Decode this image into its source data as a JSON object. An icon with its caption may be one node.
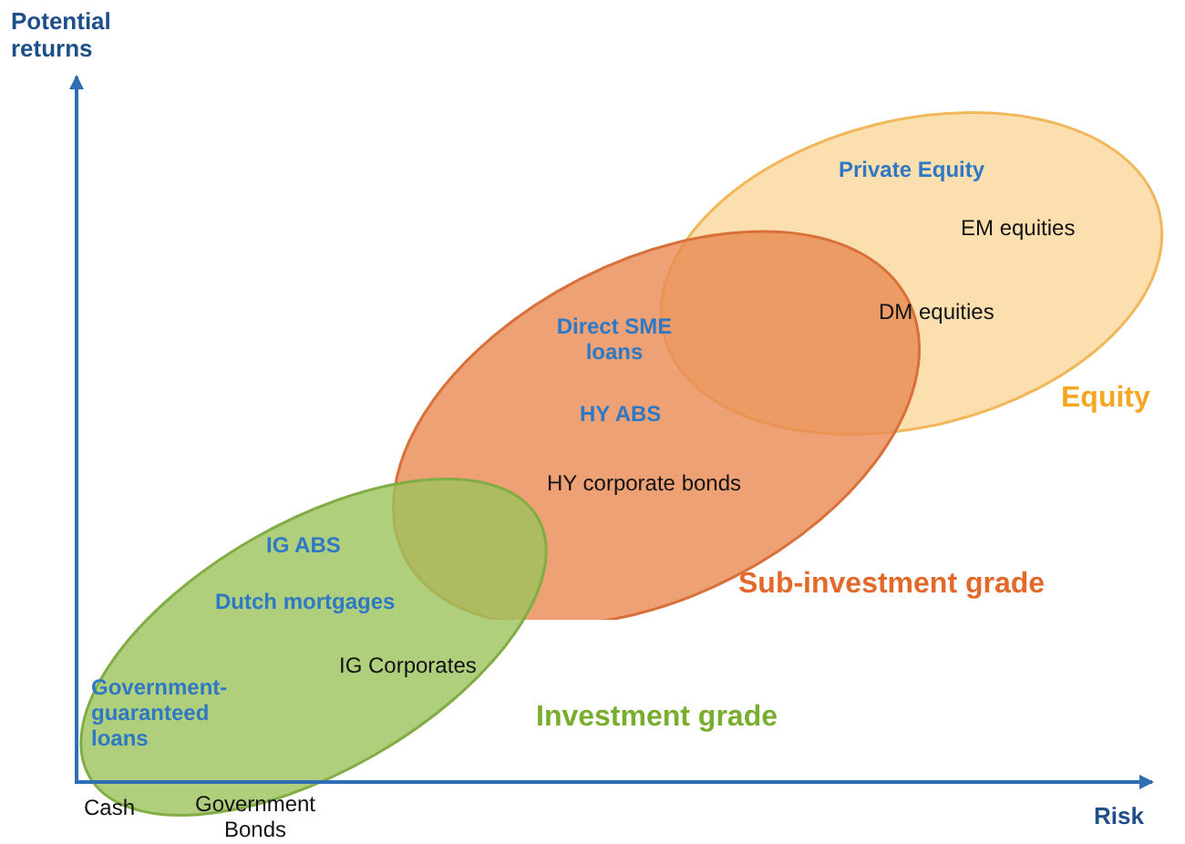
{
  "diagram": {
    "nodes": [
      {
        "text": [
          "Equity"
        ]
      },
      {
        "text": [
          "Sub-investment grade"
        ]
      },
      {
        "text": [
          "Investment grade"
        ]
      }
    ],
    "edges": [],
    "labels": [
      "Potential returns",
      "Private Equity",
      "EM equities",
      "DM equities",
      "Direct SME loans",
      "HY ABS",
      "HY corporate bonds",
      "IG ABS",
      "Dutch mortgages",
      "IG Corporates",
      "Government-guaranteed loans",
      "Cash",
      "Government Bonds",
      "Risk"
    ]
  }
}
